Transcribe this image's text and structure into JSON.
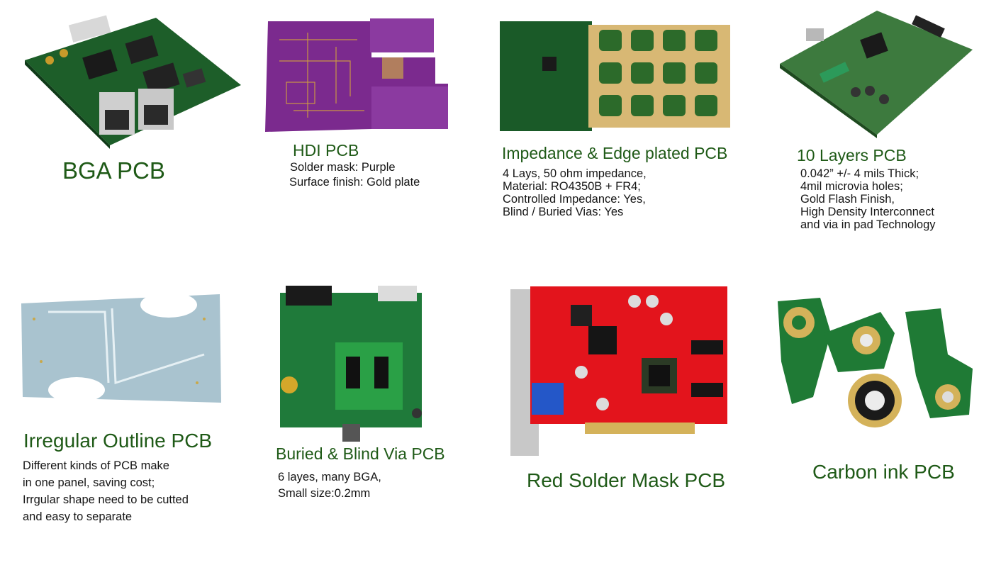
{
  "products": [
    {
      "id": "bga",
      "title": "BGA PCB",
      "lines": []
    },
    {
      "id": "hdi",
      "title": "HDI PCB",
      "lines": [
        "Solder mask: Purple",
        "Surface finish: Gold plate"
      ]
    },
    {
      "id": "impedance",
      "title": "Impedance & Edge plated PCB",
      "lines": [
        "4 Lays, 50 ohm impedance,",
        "Material: RO4350B + FR4;",
        "Controlled Impedance: Yes,",
        "Blind / Buried Vias: Yes"
      ]
    },
    {
      "id": "ten-layers",
      "title": "10 Layers PCB",
      "lines": [
        "0.042” +/- 4 mils Thick;",
        "4mil microvia holes;",
        "Gold Flash Finish,",
        "High Density Interconnect",
        "and via in pad Technology"
      ]
    },
    {
      "id": "irregular",
      "title": "Irregular Outline PCB",
      "lines": [
        "Different kinds of PCB make",
        "in one panel, saving cost;",
        "Irrgular shape need to be cutted",
        "and easy to separate"
      ]
    },
    {
      "id": "buried",
      "title": "Buried & Blind Via PCB",
      "lines": [
        "6 layes, many BGA,",
        "Small size:0.2mm"
      ]
    },
    {
      "id": "red",
      "title": "Red Solder Mask PCB",
      "lines": []
    },
    {
      "id": "carbon",
      "title": "Carbon ink PCB",
      "lines": []
    }
  ],
  "colors": {
    "title_green": "#1f5a17",
    "text": "#151515",
    "pcb_green": "#1e6b2a",
    "pcb_purple": "#7b2a8e",
    "pcb_red": "#e3141c",
    "gold": "#d4b25a"
  }
}
